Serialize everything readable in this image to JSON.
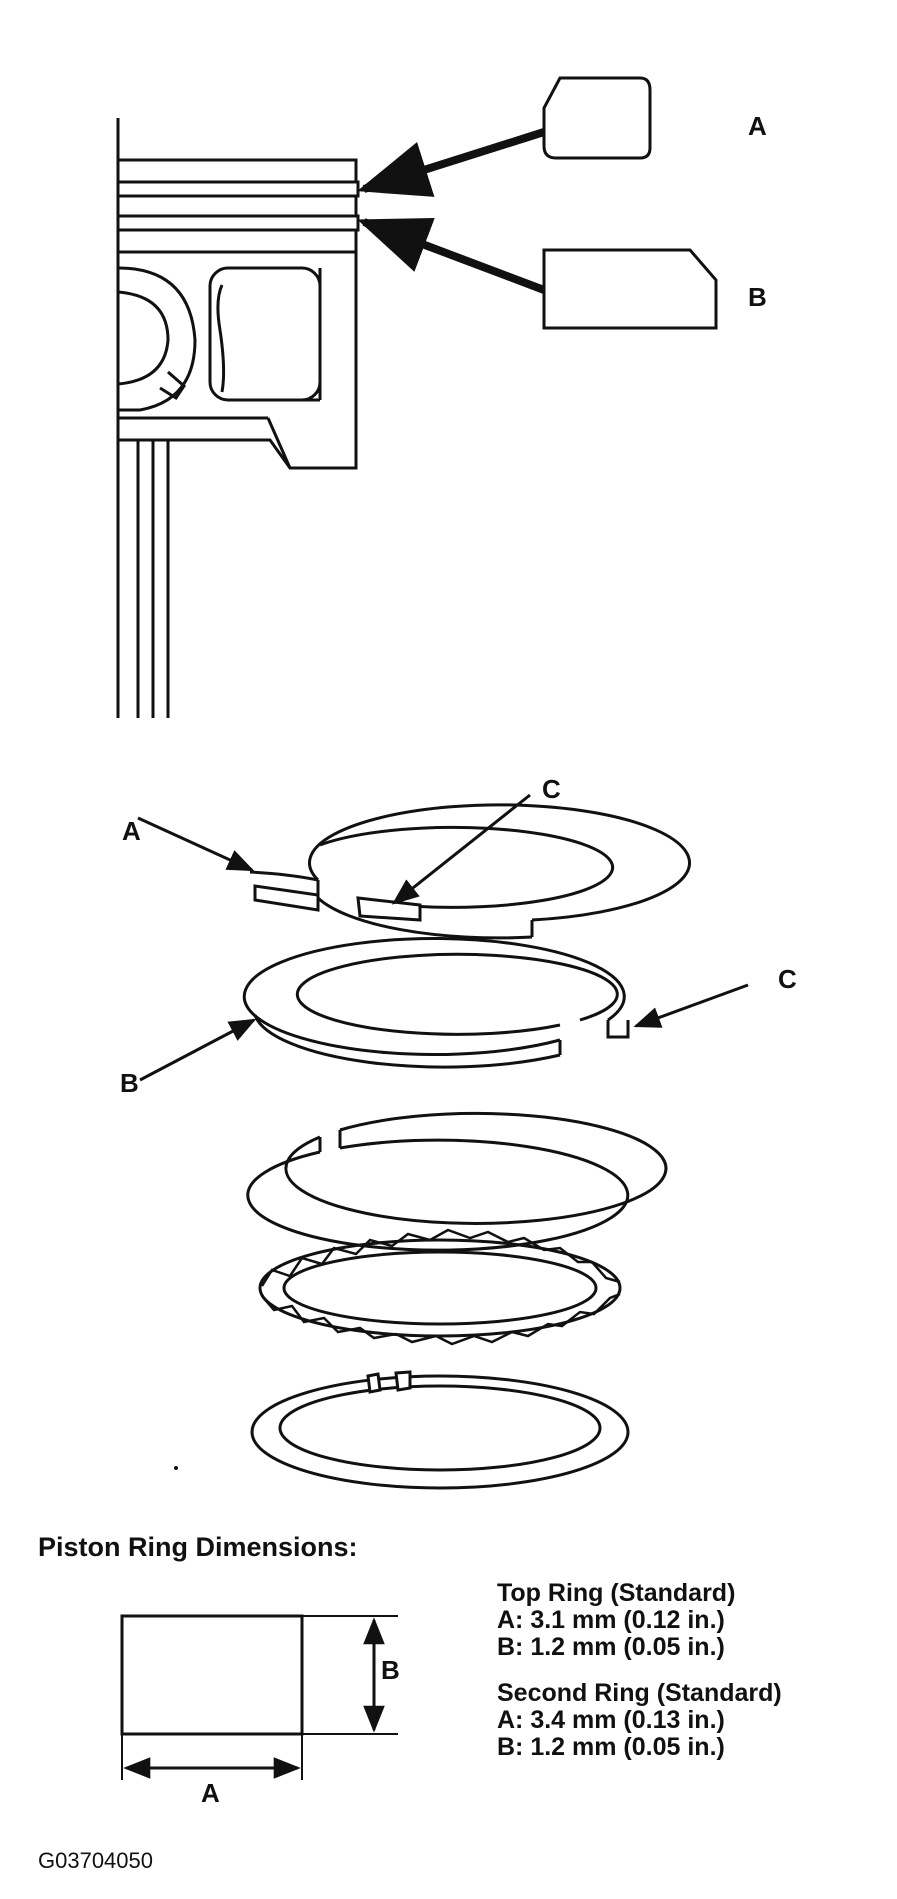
{
  "callouts": {
    "top_a": "A",
    "top_b": "B",
    "rings_a": "A",
    "rings_b": "B",
    "rings_c1": "C",
    "rings_c2": "C"
  },
  "dimensions": {
    "heading": "Piston Ring Dimensions:",
    "label_a": "A",
    "label_b": "B",
    "top_ring": {
      "title": "Top Ring (Standard)",
      "a": "A: 3.1 mm (0.12 in.)",
      "b": "B: 1.2 mm (0.05 in.)"
    },
    "second_ring": {
      "title": "Second Ring (Standard)",
      "a": "A: 3.4 mm (0.13 in.)",
      "b": "B: 1.2 mm (0.05 in.)"
    }
  },
  "figure_code": "G03704050"
}
